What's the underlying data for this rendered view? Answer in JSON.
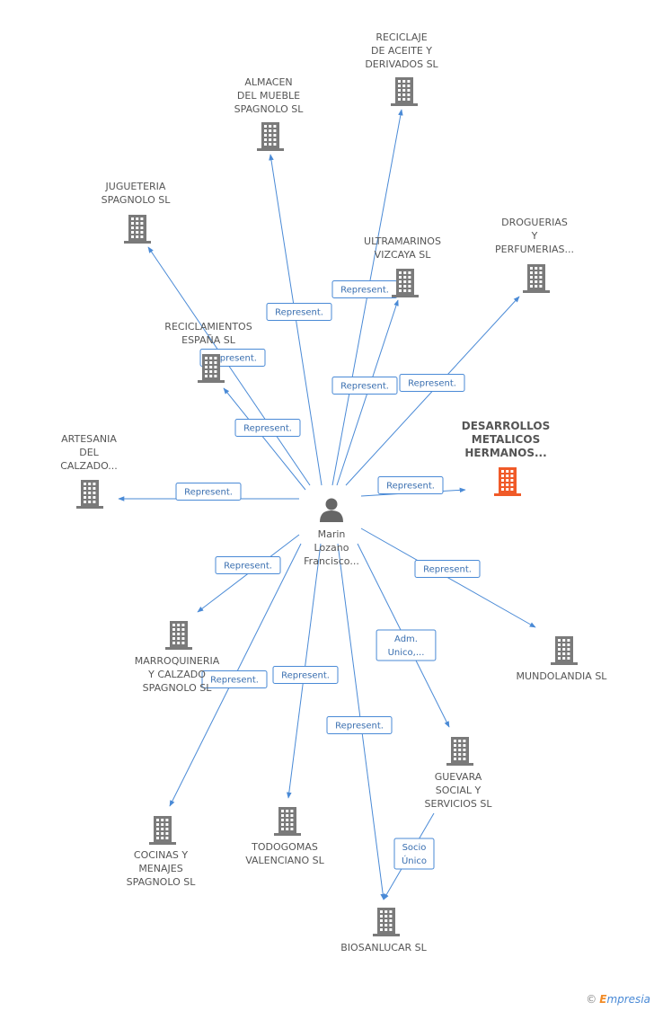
{
  "colors": {
    "edge": "#4a8ad6",
    "building": "#7a7a7a",
    "focus_building": "#f05a28",
    "person": "#666666"
  },
  "person": {
    "label": [
      "Marin",
      "Lozano",
      "Francisco..."
    ]
  },
  "nodes": [
    {
      "id": "reciclaje",
      "label": [
        "RECICLAJE",
        "DE ACEITE Y",
        "DERIVADOS SL"
      ],
      "focus": false
    },
    {
      "id": "almacen",
      "label": [
        "ALMACEN",
        "DEL MUEBLE",
        "SPAGNOLO SL"
      ],
      "focus": false
    },
    {
      "id": "jugueteria",
      "label": [
        "JUGUETERIA",
        "SPAGNOLO SL"
      ],
      "focus": false
    },
    {
      "id": "ultramarinos",
      "label": [
        "ULTRAMARINOS",
        "VIZCAYA SL"
      ],
      "focus": false
    },
    {
      "id": "droguerias",
      "label": [
        "DROGUERIAS",
        "Y",
        "PERFUMERIAS..."
      ],
      "focus": false
    },
    {
      "id": "reciclamientos",
      "label": [
        "RECICLAMIENTOS",
        "ESPAÑA SL"
      ],
      "focus": false
    },
    {
      "id": "desarrollos",
      "label": [
        "DESARROLLOS",
        "METALICOS",
        "HERMANOS..."
      ],
      "focus": true
    },
    {
      "id": "artesania",
      "label": [
        "ARTESANIA",
        "DEL",
        "CALZADO..."
      ],
      "focus": false
    },
    {
      "id": "marroquineria",
      "label": [
        "MARROQUINERIA",
        "Y CALZADO",
        "SPAGNOLO SL"
      ],
      "focus": false
    },
    {
      "id": "mundolandia",
      "label": [
        "MUNDOLANDIA SL"
      ],
      "focus": false
    },
    {
      "id": "guevara",
      "label": [
        "GUEVARA",
        "SOCIAL Y",
        "SERVICIOS SL"
      ],
      "focus": false
    },
    {
      "id": "cocinas",
      "label": [
        "COCINAS Y",
        "MENAJES",
        "SPAGNOLO SL"
      ],
      "focus": false
    },
    {
      "id": "todogomas",
      "label": [
        "TODOGOMAS",
        "VALENCIANO SL"
      ],
      "focus": false
    },
    {
      "id": "biosanlucar",
      "label": [
        "BIOSANLUCAR SL"
      ],
      "focus": false
    }
  ],
  "edges": [
    {
      "from": "person",
      "to": "reciclaje",
      "label": [
        "Represent."
      ]
    },
    {
      "from": "person",
      "to": "almacen",
      "label": [
        "Represent."
      ]
    },
    {
      "from": "person",
      "to": "jugueteria",
      "label": [
        "Represent."
      ]
    },
    {
      "from": "person",
      "to": "ultramarinos",
      "label": [
        "Represent."
      ]
    },
    {
      "from": "person",
      "to": "droguerias",
      "label": [
        "Represent."
      ]
    },
    {
      "from": "person",
      "to": "reciclamientos",
      "label": [
        "Represent."
      ]
    },
    {
      "from": "person",
      "to": "desarrollos",
      "label": [
        "Represent."
      ]
    },
    {
      "from": "person",
      "to": "artesania",
      "label": [
        "Represent."
      ]
    },
    {
      "from": "person",
      "to": "marroquineria",
      "label": [
        "Represent."
      ]
    },
    {
      "from": "person",
      "to": "mundolandia",
      "label": [
        "Represent."
      ]
    },
    {
      "from": "person",
      "to": "guevara",
      "label": [
        "Adm.",
        "Unico,..."
      ]
    },
    {
      "from": "person",
      "to": "cocinas",
      "label": [
        "Represent."
      ]
    },
    {
      "from": "person",
      "to": "todogomas",
      "label": [
        "Represent."
      ]
    },
    {
      "from": "person",
      "to": "biosanlucar",
      "label": [
        "Represent."
      ]
    },
    {
      "from": "guevara",
      "to": "biosanlucar",
      "label": [
        "Socio",
        "Único"
      ]
    }
  ],
  "footer": {
    "copyright": "©",
    "brand_e": "E",
    "brand_rest": "mpresia"
  }
}
